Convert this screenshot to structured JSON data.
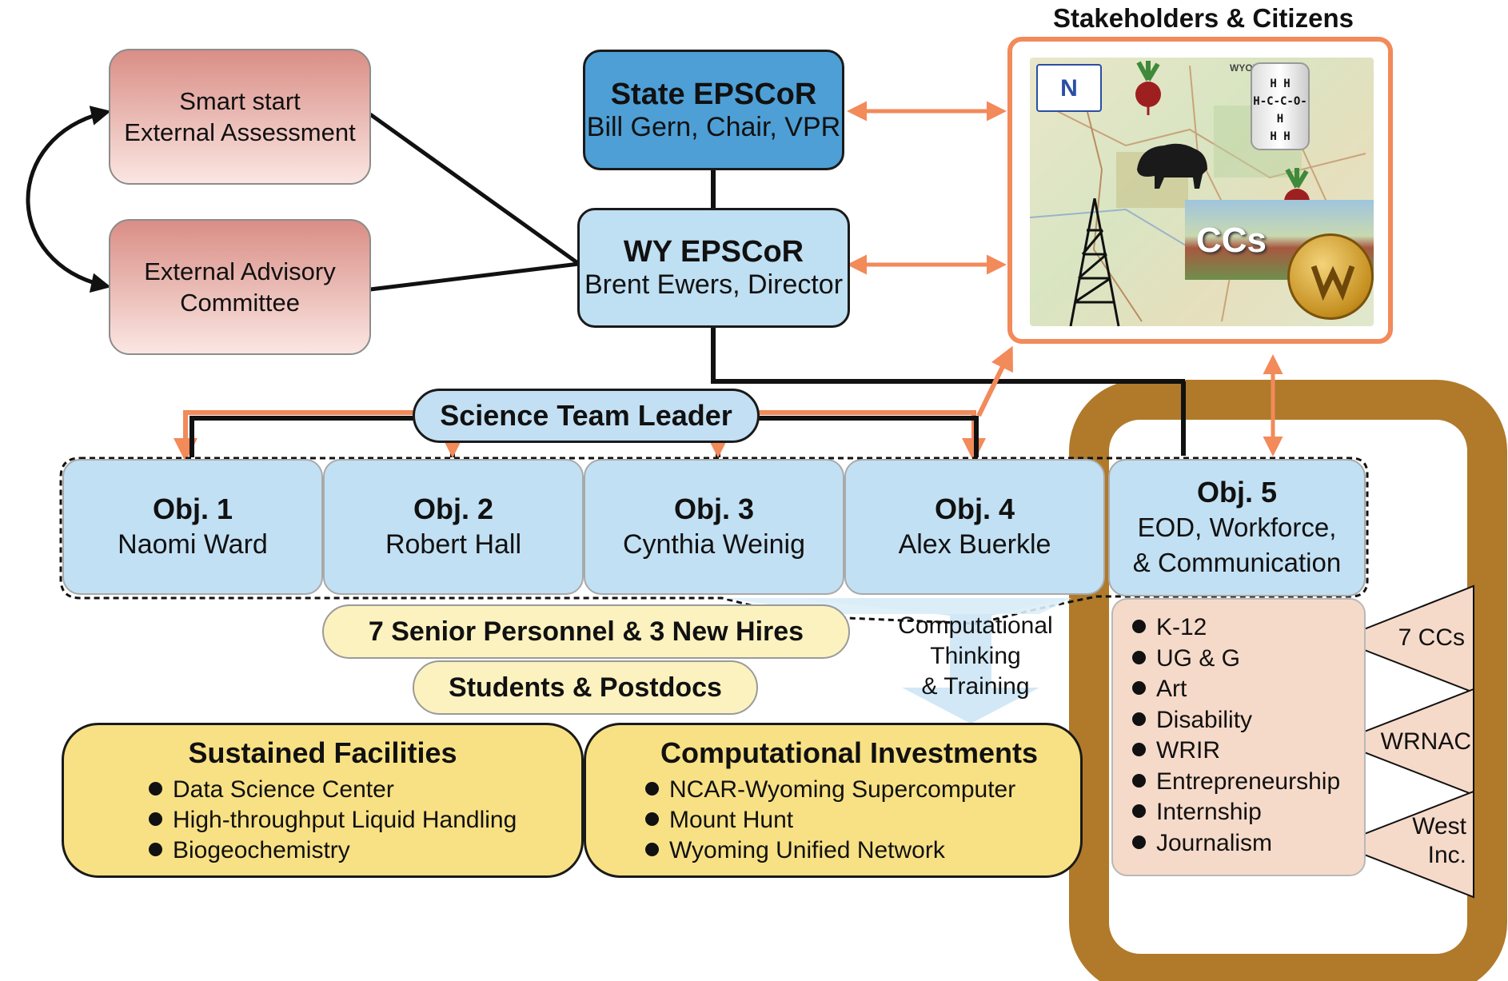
{
  "stakeholders": {
    "title": "Stakeholders & Citizens",
    "map_label": "WYOMING",
    "ccs_label": "CCs",
    "n_label": "N",
    "formula_top": "H   H",
    "formula_mid": "H-C-C-O-H",
    "formula_bot": "H   H"
  },
  "state_epscor": {
    "title": "State EPSCoR",
    "subtitle": "Bill Gern, Chair, VPR"
  },
  "wy_epscor": {
    "title": "WY EPSCoR",
    "subtitle": "Brent Ewers, Director"
  },
  "smart_start": {
    "line1": "Smart start",
    "line2": "External Assessment"
  },
  "advisory": {
    "line1": "External Advisory",
    "line2": "Committee"
  },
  "science_team_leader": "Science Team Leader",
  "objectives": [
    {
      "label": "Obj. 1",
      "lead": "Naomi Ward"
    },
    {
      "label": "Obj. 2",
      "lead": "Robert Hall"
    },
    {
      "label": "Obj. 3",
      "lead": "Cynthia Weinig"
    },
    {
      "label": "Obj. 4",
      "lead": "Alex Buerkle"
    }
  ],
  "obj5": {
    "label": "Obj. 5",
    "line1": "EOD, Workforce,",
    "line2": "& Communication",
    "items": [
      "K-12",
      "UG & G",
      "Art",
      "Disability",
      "WRIR",
      "Entrepreneurship",
      "Internship",
      "Journalism"
    ]
  },
  "personnel": "7 Senior Personnel & 3 New Hires",
  "students": "Students & Postdocs",
  "computational_thinking": {
    "line1": "Computational",
    "line2": "Thinking",
    "line3": "& Training"
  },
  "sustained_facilities": {
    "title": "Sustained Facilities",
    "items": [
      "Data Science Center",
      "High-throughput Liquid Handling",
      "Biogeochemistry"
    ]
  },
  "computational_investments": {
    "title": "Computational Investments",
    "items": [
      "NCAR-Wyoming Supercomputer",
      "Mount Hunt",
      "Wyoming Unified Network"
    ]
  },
  "flags": {
    "ccs": "7 CCs",
    "wrnac": "WRNAC",
    "west_line1": "West",
    "west_line2": "Inc."
  },
  "colors": {
    "orange": "#f28a5a",
    "brown": "#b07a2a",
    "state_blue": "#4e9fd6",
    "light_blue": "#c2e0f3",
    "yellow": "#f8e184",
    "peach": "#f6dac9"
  }
}
